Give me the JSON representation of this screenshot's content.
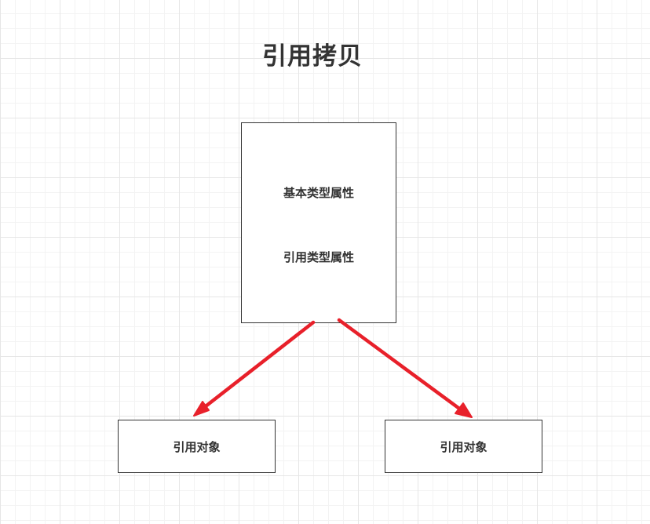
{
  "diagram": {
    "title": "引用拷贝",
    "source_object": {
      "fields": [
        "基本类型属性",
        "引用类型属性"
      ]
    },
    "referenced_objects": [
      {
        "label": "引用对象"
      },
      {
        "label": "引用对象"
      }
    ],
    "arrow_color": "#e8202a",
    "border_color": "#333333",
    "text_color": "#333333"
  }
}
